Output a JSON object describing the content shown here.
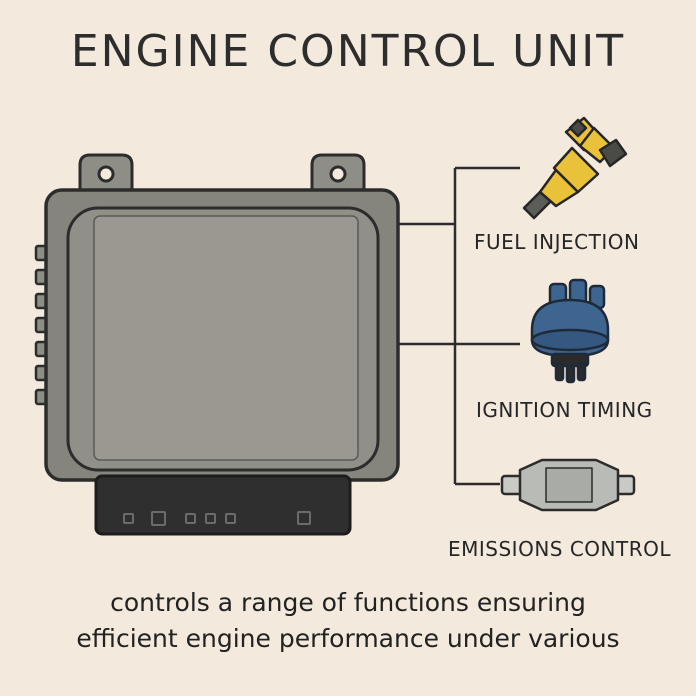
{
  "diagram": {
    "title": "ENGINE CONTROL UNIT",
    "functions": [
      {
        "label": "FUEL INJECTION",
        "icon": "fuel-injector-icon",
        "color": "#e9c23a"
      },
      {
        "label": "IGNITION TIMING",
        "icon": "distributor-cap-icon",
        "color": "#3d6590"
      },
      {
        "label": "EMISSIONS CONTROL",
        "icon": "catalytic-converter-icon",
        "color": "#b9bbb6"
      }
    ],
    "caption_lines": [
      "controls a range of functions ensuring",
      "efficient engine performance under various"
    ],
    "colors": {
      "background": "#f3e9dd",
      "ecu_body": "#8e8d86",
      "ecu_connector": "#2f2f2f"
    }
  }
}
